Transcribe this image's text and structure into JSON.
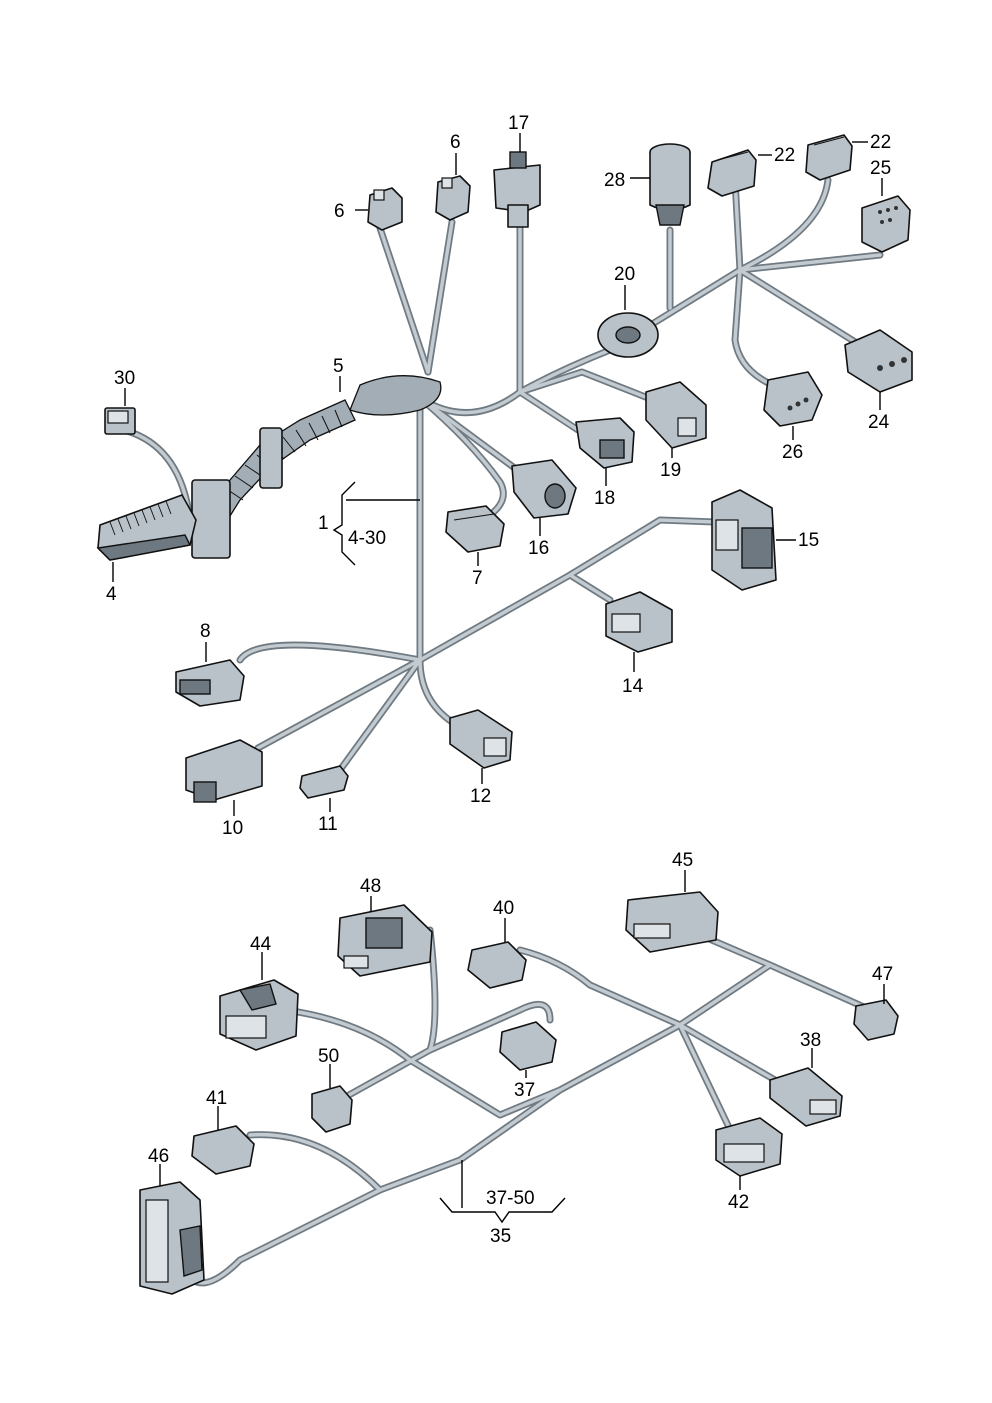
{
  "upper_assembly": {
    "main_label": "1",
    "range_label": "4-30"
  },
  "lower_assembly": {
    "main_label": "35",
    "range_label": "37-50"
  },
  "callouts": {
    "c30": "30",
    "c4": "4",
    "c5": "5",
    "c6a": "6",
    "c6b": "6",
    "c17": "17",
    "c28": "28",
    "c22a": "22",
    "c22b": "22",
    "c25": "25",
    "c20": "20",
    "c24": "24",
    "c26": "26",
    "c19": "19",
    "c18": "18",
    "c16": "16",
    "c7": "7",
    "c15": "15",
    "c14": "14",
    "c8": "8",
    "c12": "12",
    "c10": "10",
    "c11": "11",
    "c45": "45",
    "c48": "48",
    "c40": "40",
    "c44": "44",
    "c47": "47",
    "c38": "38",
    "c50": "50",
    "c37": "37",
    "c41": "41",
    "c46": "46",
    "c42": "42"
  }
}
